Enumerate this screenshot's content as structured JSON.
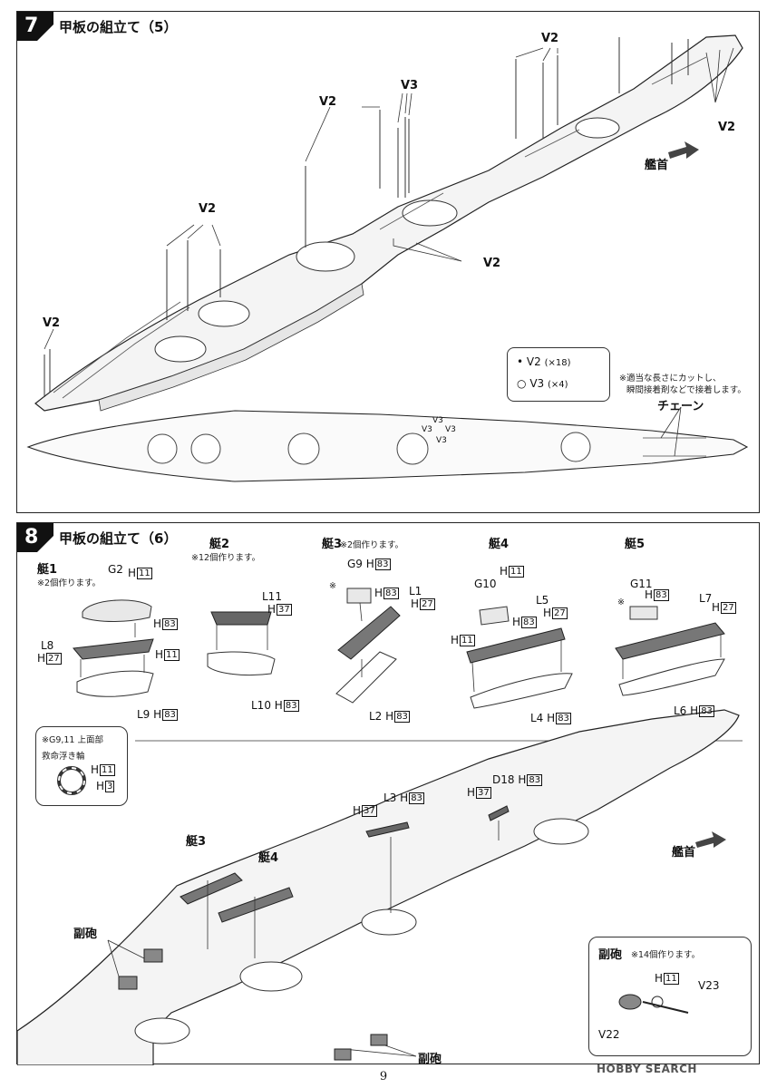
{
  "step7": {
    "number": "7",
    "title": "甲板の組立て（5）",
    "labels": {
      "v2_top": "V2",
      "v3_top": "V3",
      "v2_mid": "V2",
      "v2_left": "V2",
      "v2_bow_left": "V2",
      "v2_bow_right": "V2",
      "v2_right": "V2"
    },
    "bow": "艦首",
    "legend": {
      "v2": "V2",
      "v2_count": "(×18)",
      "v3": "V3",
      "v3_count": "(×4)"
    },
    "note_line1": "※適当な長さにカットし、",
    "note_line2": "瞬間接着剤などで接着します。",
    "chain": "チェーン",
    "plan_v3": [
      "V3",
      "V3",
      "V3",
      "V3"
    ]
  },
  "step8": {
    "number": "8",
    "title": "甲板の組立て（6）",
    "boat1": {
      "title": "艇1",
      "note": "※2個作ります。",
      "parts": [
        "G2",
        "H",
        "11",
        "H",
        "83",
        "L8",
        "H",
        "27",
        "H",
        "11",
        "L9",
        "H",
        "83"
      ]
    },
    "boat2": {
      "title": "艇2",
      "note": "※12個作ります。",
      "parts": [
        "L11",
        "H",
        "37",
        "L10",
        "H",
        "83"
      ]
    },
    "boat3": {
      "title": "艇3",
      "note": "※2個作ります。",
      "parts": [
        "G9",
        "H",
        "83",
        "※",
        "H",
        "83",
        "L1",
        "H",
        "27",
        "L2",
        "H",
        "83"
      ]
    },
    "boat4": {
      "title": "艇4",
      "parts": [
        "H",
        "11",
        "G10",
        "L5",
        "H",
        "27",
        "H",
        "83",
        "H",
        "11",
        "L4",
        "H",
        "83"
      ]
    },
    "boat5": {
      "title": "艇5",
      "parts": [
        "G11",
        "H",
        "83",
        "※",
        "L7",
        "H",
        "27",
        "L6",
        "H",
        "83"
      ]
    },
    "lifebuoy": {
      "title": "※G9,11 上面部",
      "label": "救命浮き輪",
      "h1": "H",
      "n1": "11",
      "h2": "H",
      "n2": "3"
    },
    "deck_labels": {
      "l3": "L3",
      "l3_h": "H",
      "l3_n": "83",
      "l3_h2": "H",
      "l3_n2": "37",
      "d18": "D18",
      "d18_h": "H",
      "d18_n": "83",
      "d18_h2": "H",
      "d18_n2": "37",
      "boat3": "艇3",
      "boat4": "艇4",
      "gun_left": "副砲",
      "gun_bottom": "副砲"
    },
    "bow": "艦首",
    "gun_inset": {
      "title": "副砲",
      "note": "※14個作ります。",
      "h": "H",
      "n": "11",
      "v23": "V23",
      "v22": "V22"
    }
  },
  "page_number": "9",
  "watermark": "HOBBY SEARCH"
}
